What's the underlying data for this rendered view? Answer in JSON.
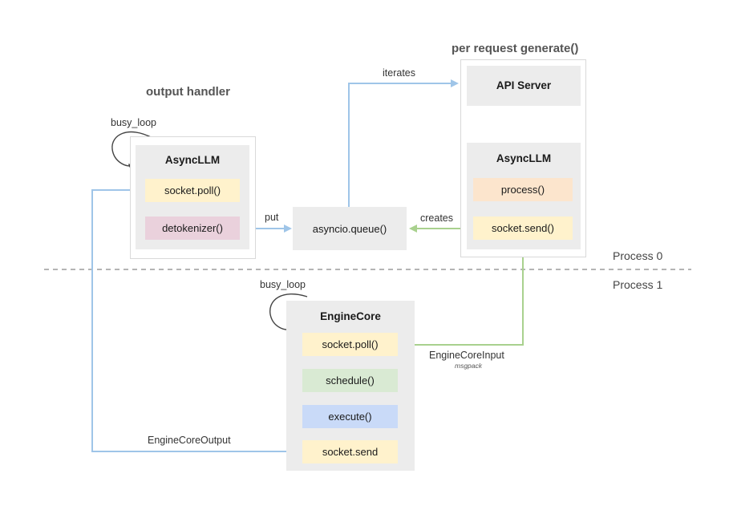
{
  "headings": {
    "output_handler": "output handler",
    "per_request": "per request generate()"
  },
  "process_labels": {
    "p0": "Process 0",
    "p1": "Process 1"
  },
  "output_handler_panel": {
    "title": "AsyncLLM",
    "items": [
      "socket.poll()",
      "detokenizer()"
    ],
    "loop_label": "busy_loop"
  },
  "generate_panel": {
    "api_server": "API Server",
    "title": "AsyncLLM",
    "items": [
      "process()",
      "socket.send()"
    ]
  },
  "queue": {
    "label": "asyncio.queue()"
  },
  "engine_core": {
    "title": "EngineCore",
    "loop_label": "busy_loop",
    "items": [
      "socket.poll()",
      "schedule()",
      "execute()",
      "socket.send"
    ]
  },
  "edge_labels": {
    "put": "put",
    "iterates": "iterates",
    "creates": "creates",
    "engine_core_input": "EngineCoreInput",
    "engine_core_input_sub": "msgpack",
    "engine_core_output": "EngineCoreOutput"
  },
  "colors": {
    "blue_arrow": "#9fc5e8",
    "green_arrow": "#a9d18e",
    "panel_bg": "#ececec",
    "yellow": "#fff2cc",
    "pink": "#ead1dc",
    "orange": "#fce5cd",
    "green": "#d9ead3",
    "blue": "#c9daf8"
  }
}
